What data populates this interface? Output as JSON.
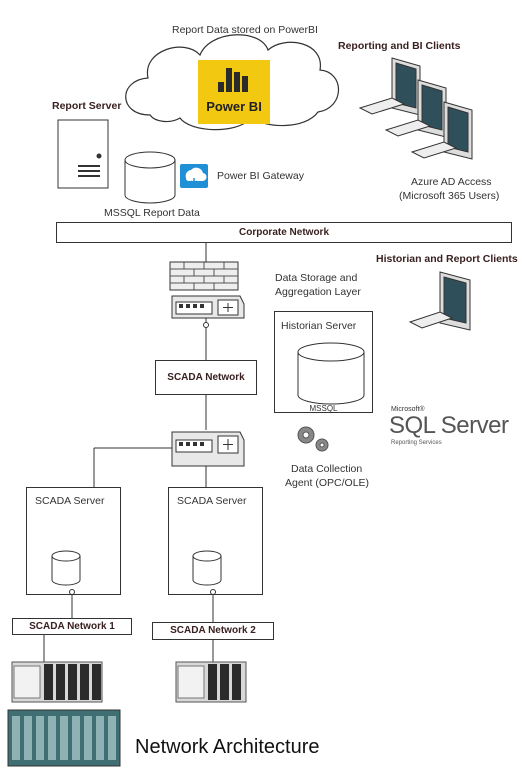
{
  "cloud": {
    "caption": "Report Data stored on PowerBI",
    "logo_text": "Power BI"
  },
  "report_server": {
    "title": "Report Server"
  },
  "gateway": {
    "label": "Power BI Gateway"
  },
  "mssql_report": {
    "label": "MSSQL Report Data"
  },
  "corporate_network": {
    "label": "Corporate Network"
  },
  "reporting_clients": {
    "title": "Reporting and BI Clients",
    "access_line1": "Azure AD Access",
    "access_line2": "(Microsoft 365 Users)"
  },
  "historian_clients": {
    "title": "Historian and Report Clients"
  },
  "aggregation": {
    "line1": "Data Storage and",
    "line2": "Aggregation Layer"
  },
  "historian_server": {
    "title": "Historian Server",
    "db_label": "MSSQL"
  },
  "scada_network": {
    "label": "SCADA Network"
  },
  "collection_agent": {
    "line1": "Data Collection",
    "line2": "Agent (OPC/OLE)"
  },
  "sql_logo": {
    "brand": "Microsoft®",
    "product": "SQL Server",
    "sub": "Reporting Services"
  },
  "scada_server_1": {
    "title": "SCADA Server"
  },
  "scada_server_2": {
    "title": "SCADA Server"
  },
  "scada_network_1": {
    "label": "SCADA Network 1"
  },
  "scada_network_2": {
    "label": "SCADA Network 2"
  },
  "diagram_title": "Network Architecture",
  "colors": {
    "powerbi_yellow": "#f2c811",
    "gateway_blue": "#1f8fd6",
    "line": "#333333"
  }
}
